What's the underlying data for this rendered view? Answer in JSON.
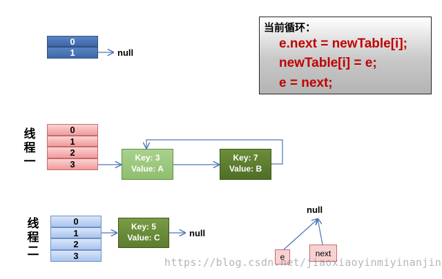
{
  "top_array": {
    "indices": [
      "0",
      "1"
    ],
    "null_label": "null"
  },
  "code_box": {
    "title": "当前循环：",
    "lines": [
      "e.next = newTable[i];",
      "newTable[i] = e;",
      "e = next;"
    ]
  },
  "thread1": {
    "label": [
      "线",
      "程",
      "一"
    ],
    "indices": [
      "0",
      "1",
      "2",
      "3"
    ],
    "node_a": {
      "key": "Key: 3",
      "value": "Value: A"
    },
    "node_b": {
      "key": "Key: 7",
      "value": "Value: B"
    }
  },
  "thread2": {
    "label": [
      "线",
      "程",
      "二"
    ],
    "indices": [
      "0",
      "1",
      "2",
      "3"
    ],
    "node_c": {
      "key": "Key: 5",
      "value": "Value: C"
    },
    "null_label": "null"
  },
  "pointer_diagram": {
    "null_label": "null",
    "e_label": "e",
    "next_label": "next"
  },
  "watermark": "https://blog.csdn.net/jiaoxiaoyinmiyinanjing",
  "colors": {
    "code_text": "#c00000",
    "dark_blue_cells": "#4a74b5",
    "red_cells": "#f4b6b6",
    "light_blue_cells": "#c5d8f4",
    "light_green_node": "#9bc77c",
    "dark_green_node": "#5c7d2f"
  }
}
